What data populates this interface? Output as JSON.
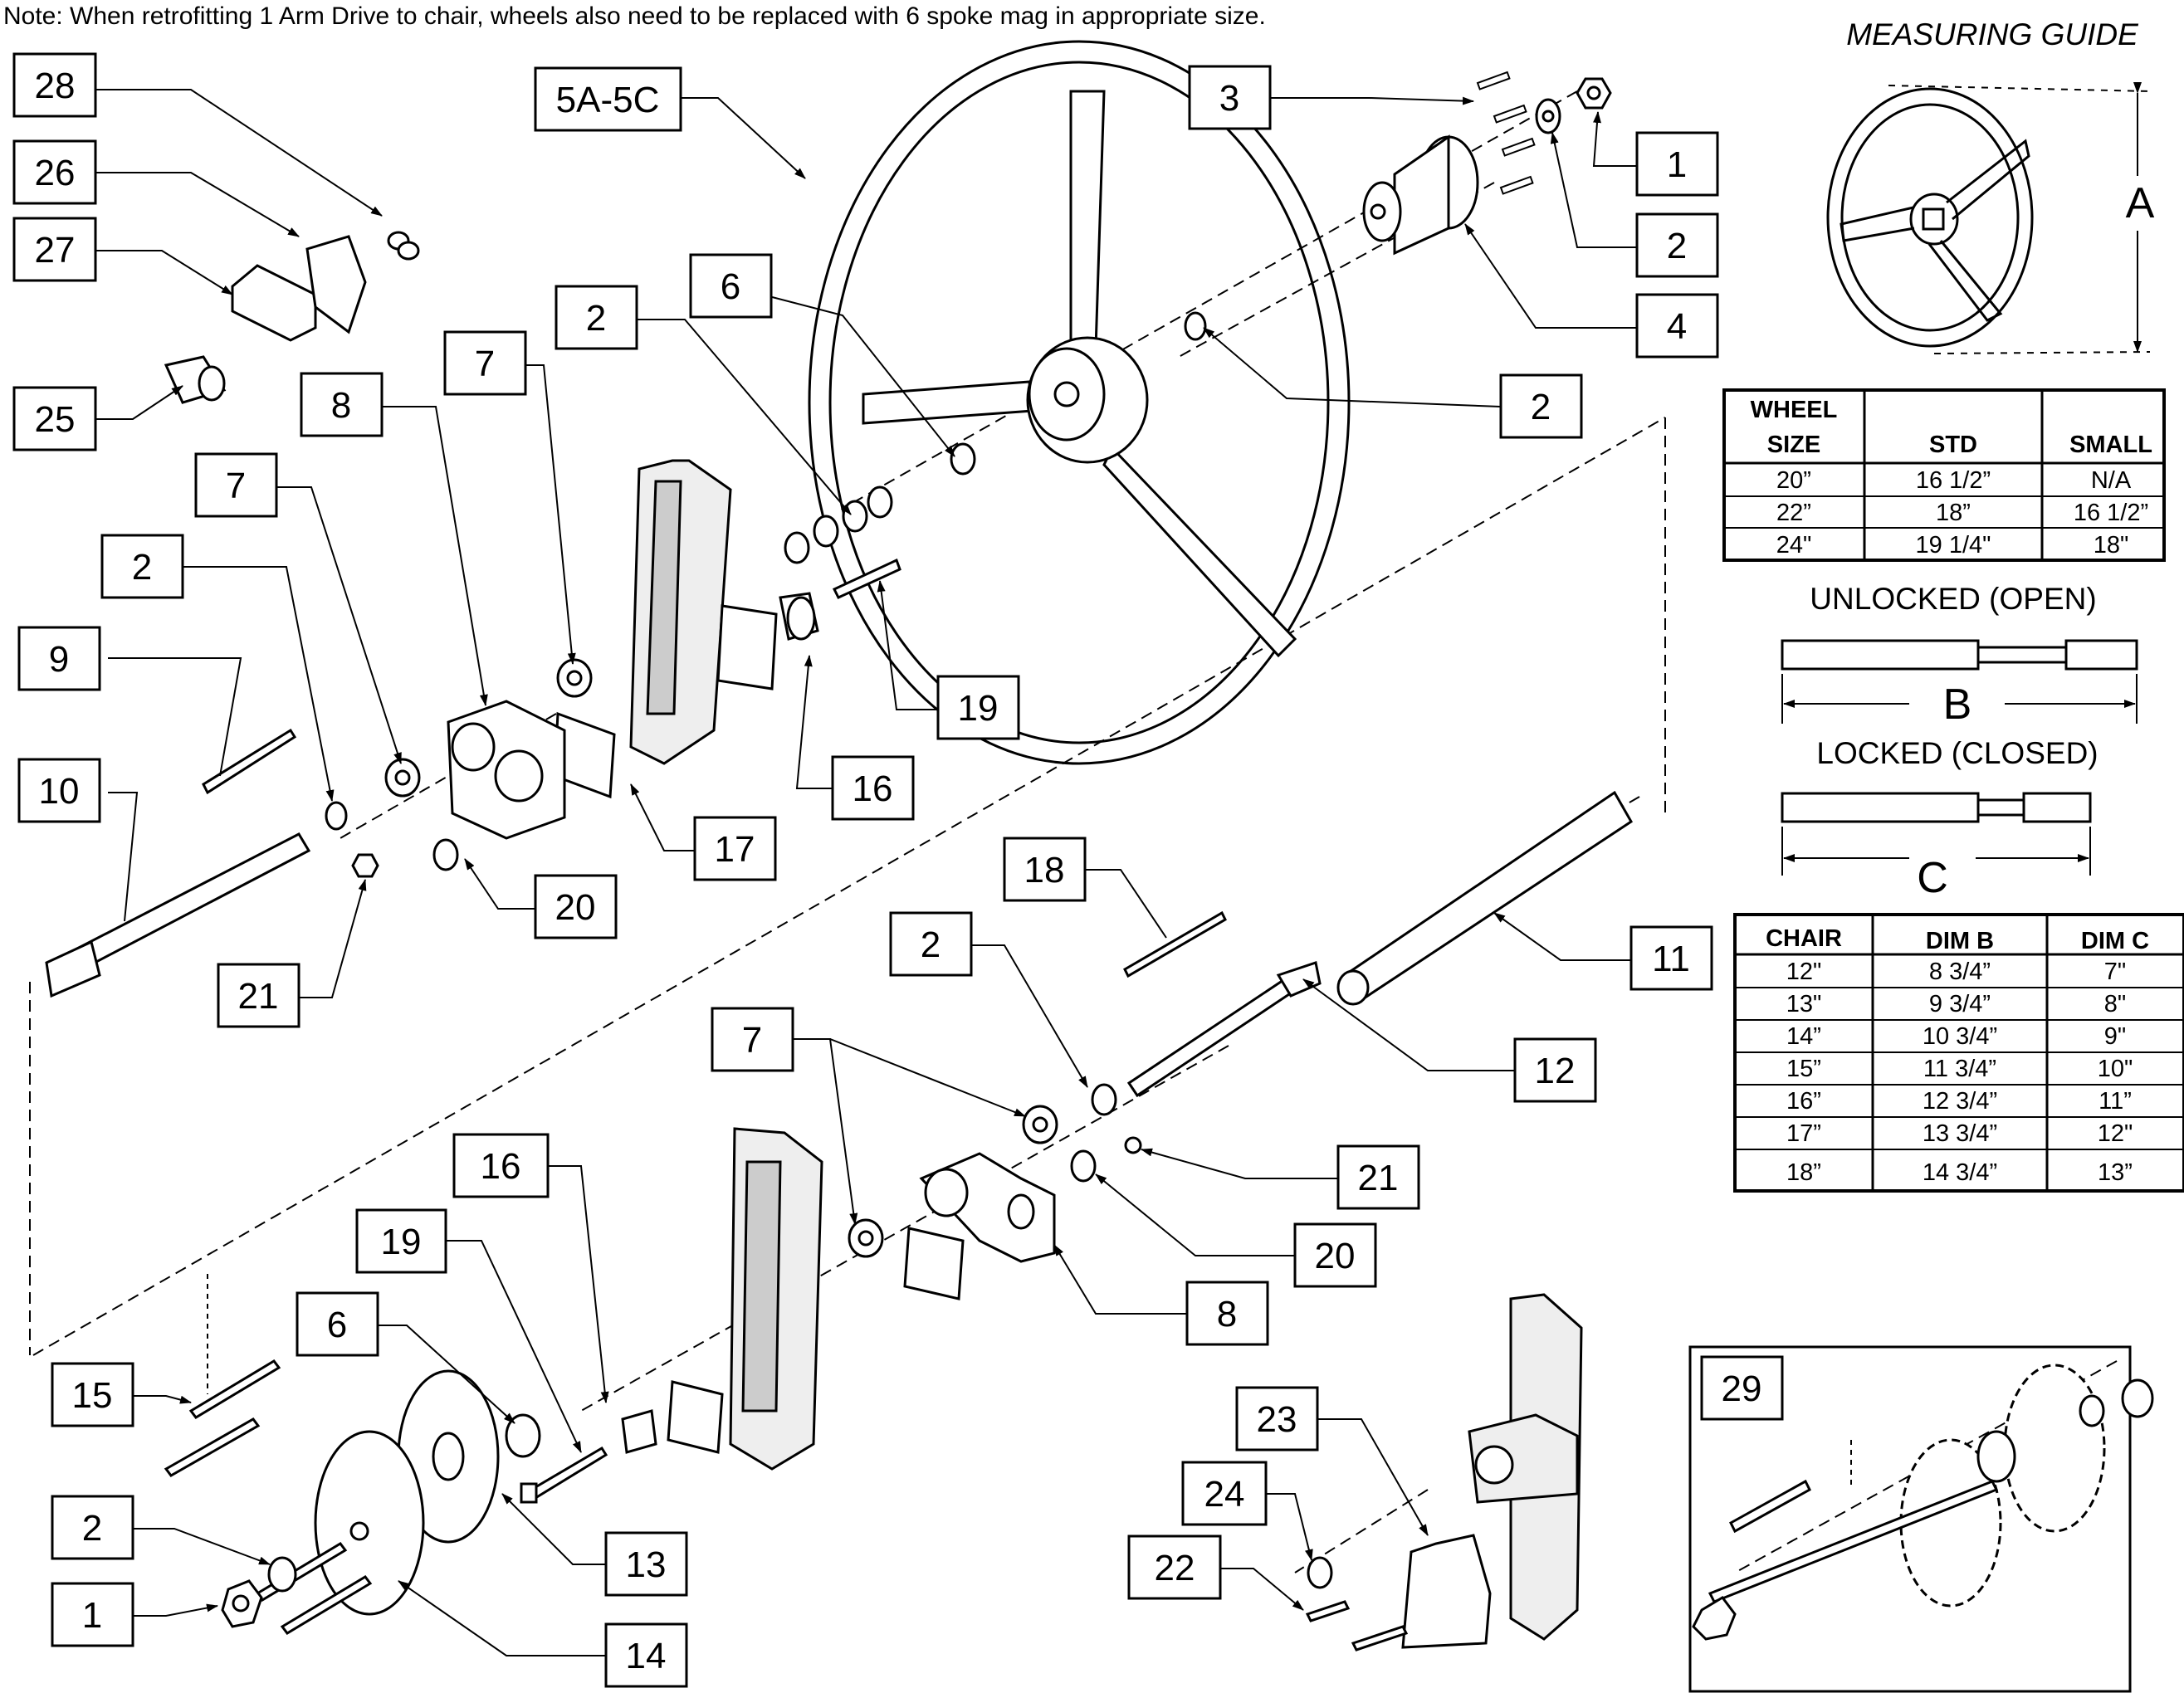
{
  "note": "Note: When retrofitting 1 Arm Drive to chair, wheels also need to be replaced with 6 spoke mag in appropriate size.",
  "measuring_guide": {
    "title": "MEASURING GUIDE",
    "dim_a": "A",
    "dim_b": "B",
    "dim_c": "C",
    "unlocked_label": "UNLOCKED (OPEN)",
    "locked_label": "LOCKED (CLOSED)"
  },
  "wheel_table": {
    "headers": [
      "WHEEL",
      "SIZE",
      "STD",
      "SMALL"
    ],
    "rows": [
      [
        "20”",
        "16 1/2”",
        "N/A"
      ],
      [
        "22”",
        "18”",
        "16 1/2”"
      ],
      [
        "24\"",
        "19 1/4\"",
        "18\""
      ]
    ]
  },
  "chair_table": {
    "headers": [
      "CHAIR",
      "DIM B",
      "DIM C"
    ],
    "rows": [
      [
        "12\"",
        "8 3/4”",
        "7\""
      ],
      [
        "13\"",
        "9 3/4”",
        "8\""
      ],
      [
        "14”",
        "10 3/4”",
        "9\""
      ],
      [
        "15”",
        "11 3/4”",
        "10\""
      ],
      [
        "16”",
        "12 3/4”",
        "11”"
      ],
      [
        "17”",
        "13 3/4”",
        "12\""
      ],
      [
        "18”",
        "14 3/4”",
        "13”"
      ]
    ]
  },
  "callouts": {
    "c28": "28",
    "c26": "26",
    "c27": "27",
    "c25": "25",
    "c5a": "5A-5C",
    "c3": "3",
    "c1a": "1",
    "c2a": "2",
    "c4": "4",
    "c2b": "2",
    "c6a": "6",
    "c2c": "2",
    "c7a": "7",
    "c8a": "8",
    "c7b": "7",
    "c2d": "2",
    "c9": "9",
    "c10": "10",
    "c19a": "19",
    "c16a": "16",
    "c17": "17",
    "c20a": "20",
    "c21a": "21",
    "c18": "18",
    "c2e": "2",
    "c11": "11",
    "c12": "12",
    "c7c": "7",
    "c21b": "21",
    "c16b": "16",
    "c20b": "20",
    "c19b": "19",
    "c8b": "8",
    "c6b": "6",
    "c15": "15",
    "c2f": "2",
    "c13": "13",
    "c1b": "1",
    "c14": "14",
    "c23": "23",
    "c24": "24",
    "c22": "22",
    "c29": "29"
  }
}
